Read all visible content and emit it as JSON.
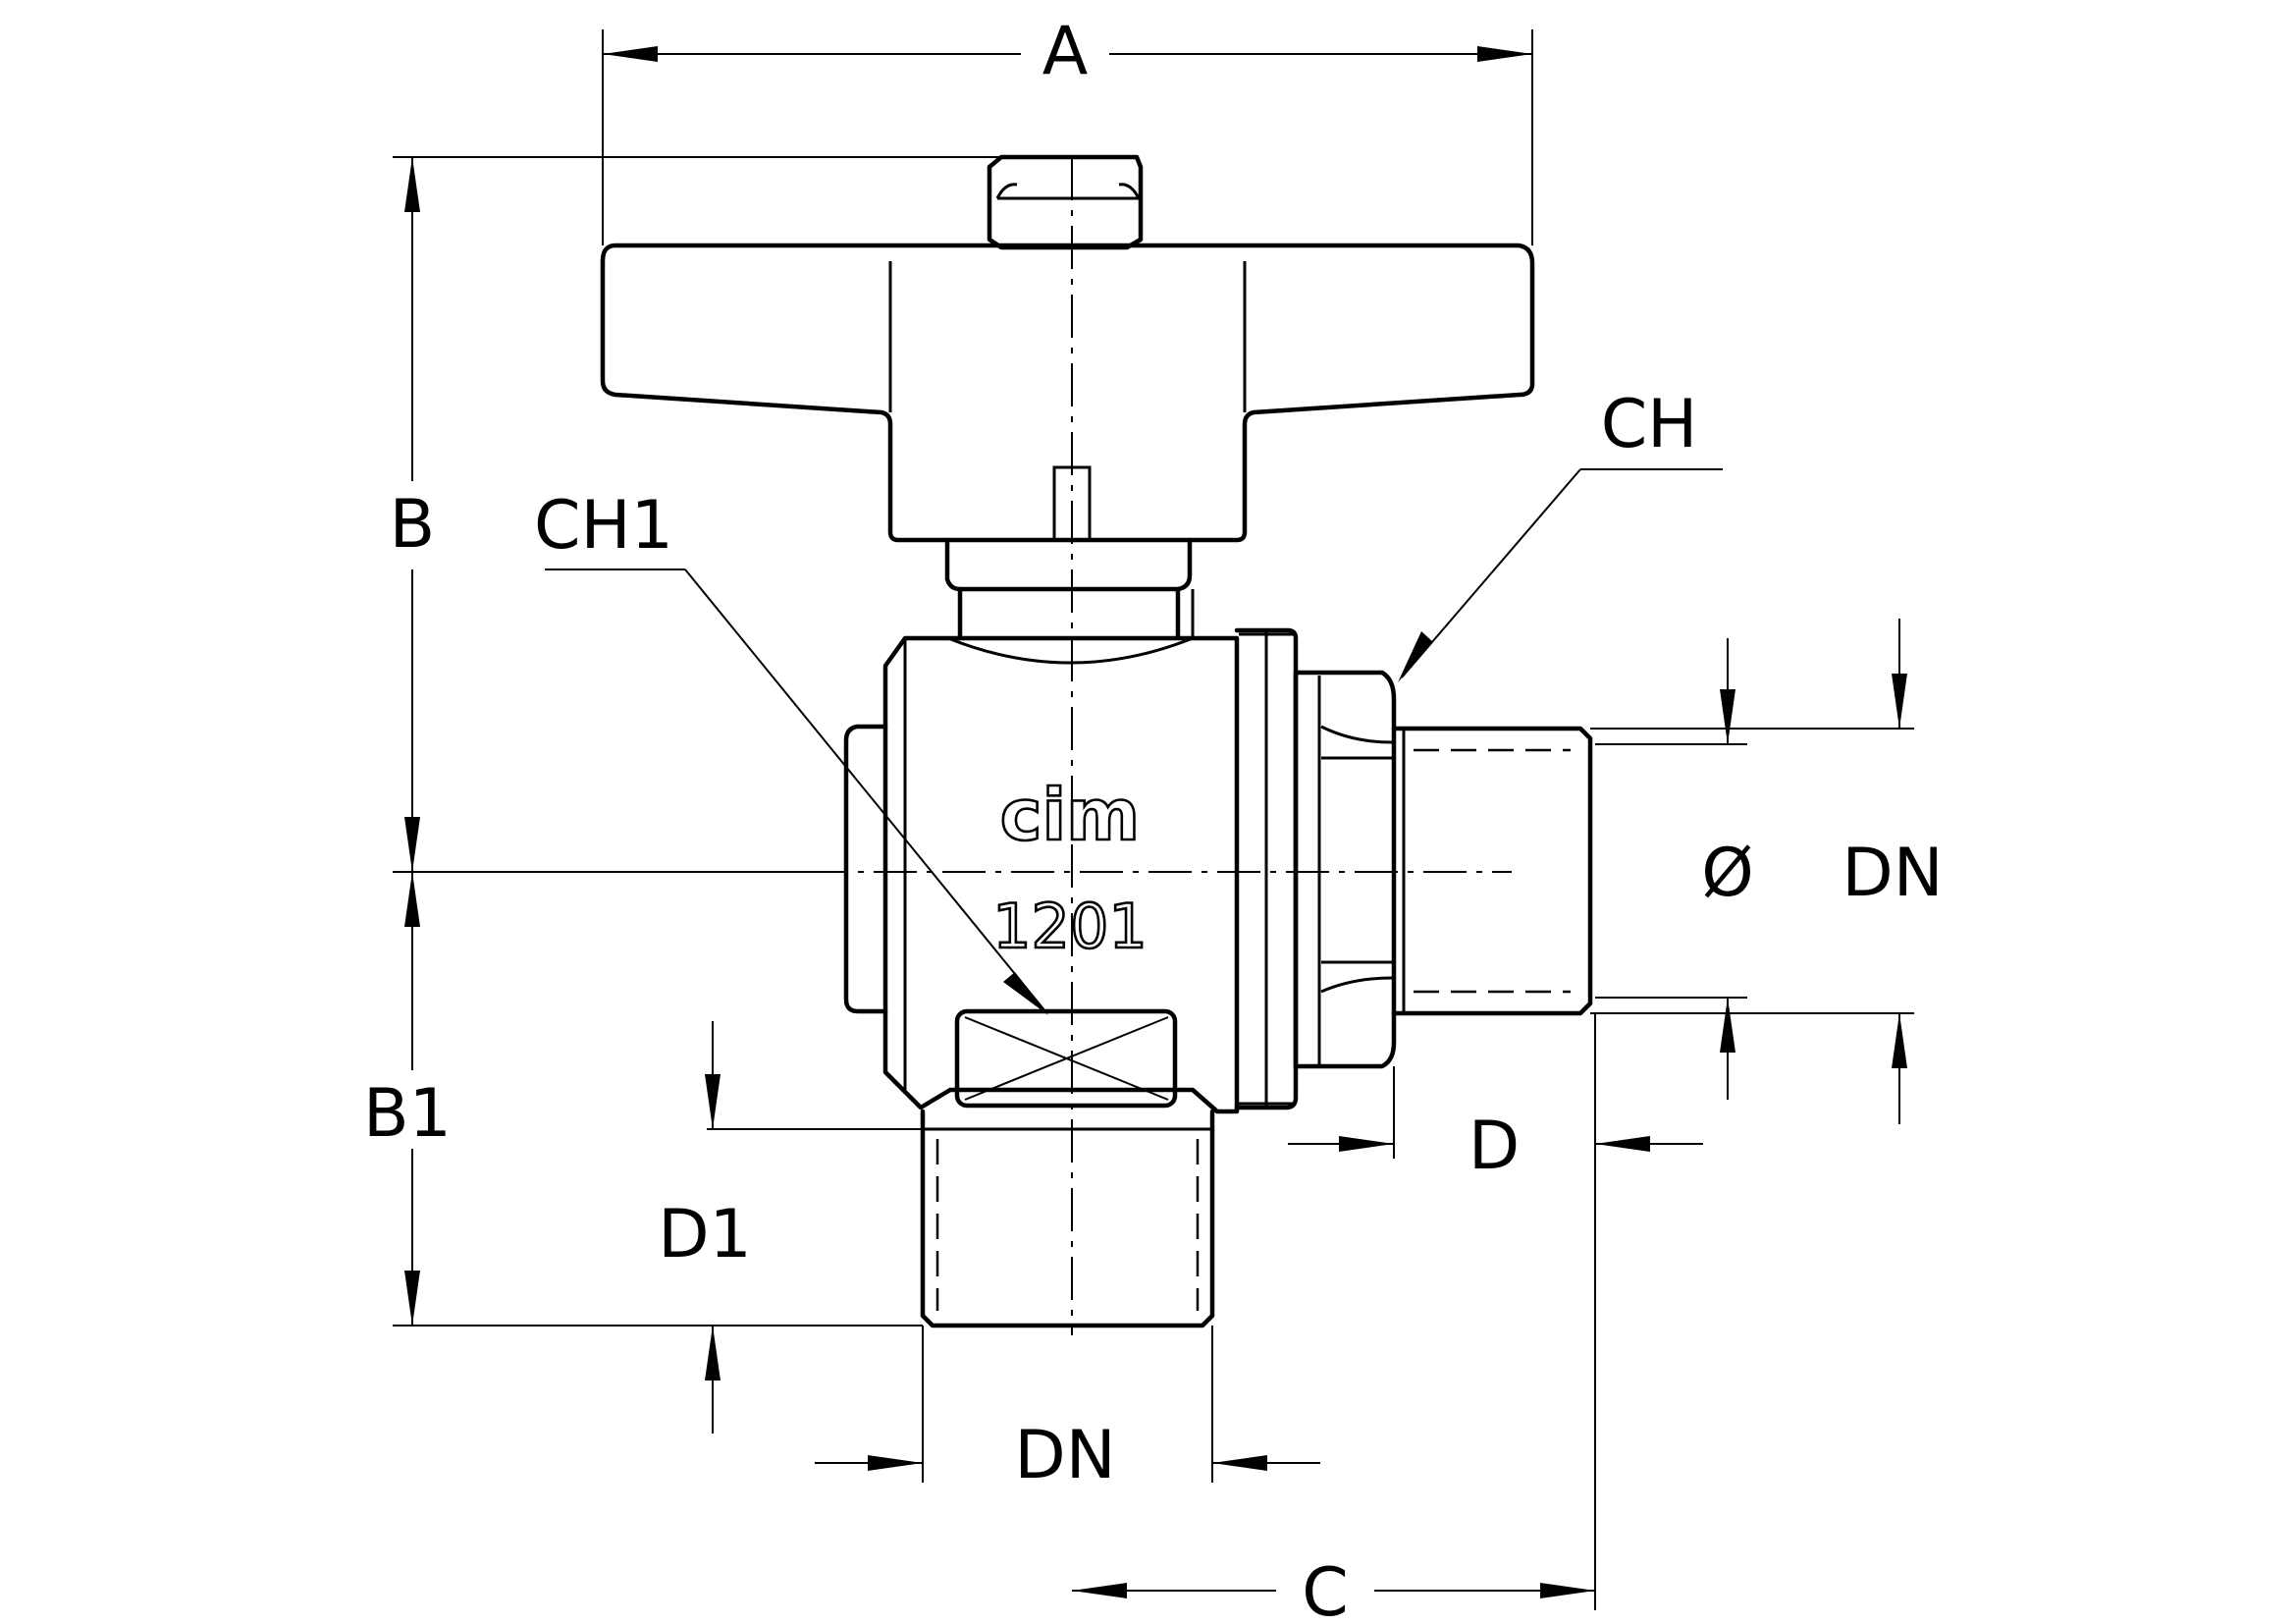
{
  "labels": {
    "A": "A",
    "B": "B",
    "B1": "B1",
    "C": "C",
    "CH": "CH",
    "CH1": "CH1",
    "D": "D",
    "D1": "D1",
    "DN_bottom": "DN",
    "DN_right": "DN",
    "diameter": "Ø"
  },
  "body_marking": {
    "brand": "cim",
    "model": "1201"
  }
}
